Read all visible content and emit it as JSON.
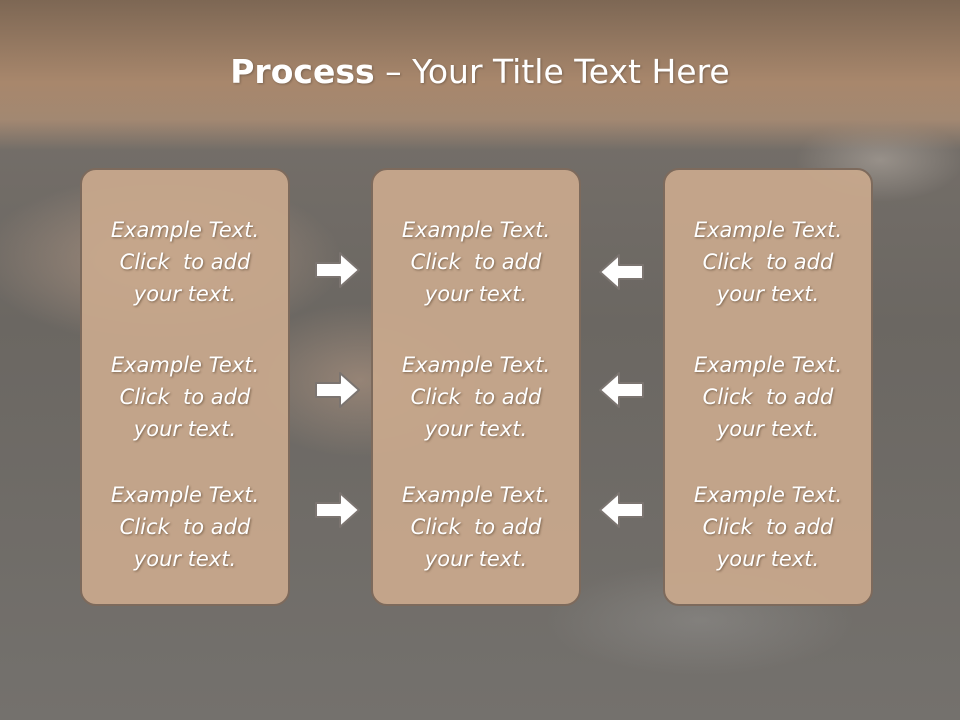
{
  "title": {
    "strong": "Process",
    "rest": " – Your Title Text Here"
  },
  "columns": [
    {
      "items": [
        {
          "line1": "Example Text.",
          "line2": "Click  to add",
          "line3": "your text."
        },
        {
          "line1": "Example Text.",
          "line2": "Click  to add",
          "line3": "your text."
        },
        {
          "line1": "Example Text.",
          "line2": "Click  to add",
          "line3": "your text."
        }
      ]
    },
    {
      "items": [
        {
          "line1": "Example Text.",
          "line2": "Click  to add",
          "line3": "your text."
        },
        {
          "line1": "Example Text.",
          "line2": "Click  to add",
          "line3": "your text."
        },
        {
          "line1": "Example Text.",
          "line2": "Click  to add",
          "line3": "your text."
        }
      ]
    },
    {
      "items": [
        {
          "line1": "Example Text.",
          "line2": "Click  to add",
          "line3": "your text."
        },
        {
          "line1": "Example Text.",
          "line2": "Click  to add",
          "line3": "your text."
        },
        {
          "line1": "Example Text.",
          "line2": "Click  to add",
          "line3": "your text."
        }
      ]
    }
  ],
  "arrows": {
    "left_group": "arrow-right-icon",
    "right_group": "arrow-left-icon"
  },
  "colors": {
    "card_fill": "#c8a88c",
    "card_border": "#7d6a5c",
    "header": "#a8876c",
    "arrow_stroke": "#7b7470"
  }
}
